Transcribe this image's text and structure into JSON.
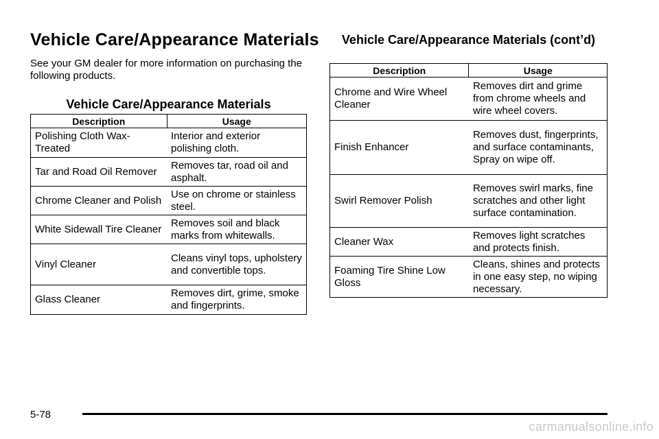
{
  "page": {
    "title": "Vehicle Care/Appearance Materials",
    "intro": "See your GM dealer for more information on purchasing the following products.",
    "page_number": "5-78",
    "watermark": "carmanualsonline.info"
  },
  "left_table": {
    "heading": "Vehicle Care/Appearance Materials",
    "columns": [
      "Description",
      "Usage"
    ],
    "rows": [
      {
        "description": "Polishing Cloth Wax-Treated",
        "usage": "Interior and exterior polishing cloth."
      },
      {
        "description": "Tar and Road Oil Remover",
        "usage": "Removes tar, road oil and asphalt."
      },
      {
        "description": "Chrome Cleaner and Polish",
        "usage": "Use on chrome or stainless steel."
      },
      {
        "description": "White Sidewall Tire Cleaner",
        "usage": "Removes soil and black marks from whitewalls."
      },
      {
        "description": "Vinyl Cleaner",
        "usage": "Cleans vinyl tops, upholstery and convertible tops."
      },
      {
        "description": "Glass Cleaner",
        "usage": "Removes dirt, grime, smoke and fingerprints."
      }
    ]
  },
  "right_table": {
    "heading": "Vehicle Care/Appearance Materials (cont’d)",
    "columns": [
      "Description",
      "Usage"
    ],
    "rows": [
      {
        "description": "Chrome and Wire Wheel Cleaner",
        "usage": "Removes dirt and grime from chrome wheels and wire wheel covers."
      },
      {
        "description": "Finish Enhancer",
        "usage": "Removes dust, fingerprints, and surface contaminants, Spray on wipe off."
      },
      {
        "description": "Swirl Remover Polish",
        "usage": "Removes swirl marks, fine scratches and other light surface contamination."
      },
      {
        "description": "Cleaner Wax",
        "usage": "Removes light scratches and protects finish."
      },
      {
        "description": "Foaming Tire Shine Low Gloss",
        "usage": "Cleans, shines and protects in one easy step, no wiping necessary."
      }
    ]
  }
}
